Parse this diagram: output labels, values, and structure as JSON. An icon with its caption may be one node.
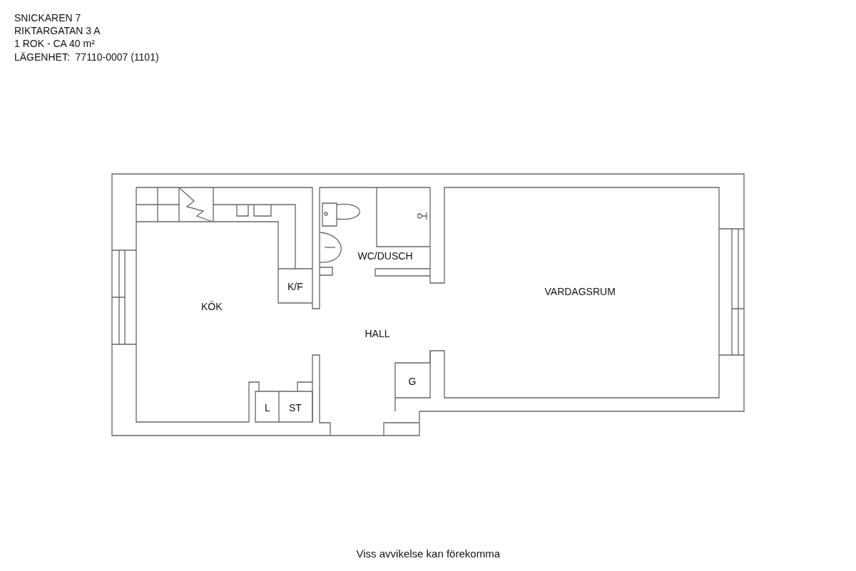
{
  "diagram": {
    "caption": "Viss avvikelse kan förekomma",
    "labels": [
      "SNICKAREN 7",
      "RIKTARGATAN 3 A",
      "1 ROK - CA 40 m²",
      "LÄGENHET:  77110-0007 (1101)",
      "WC/DUSCH",
      "K/F",
      "VARDAGSRUM",
      "KÖK",
      "HALL",
      "G",
      "L",
      "ST"
    ]
  }
}
